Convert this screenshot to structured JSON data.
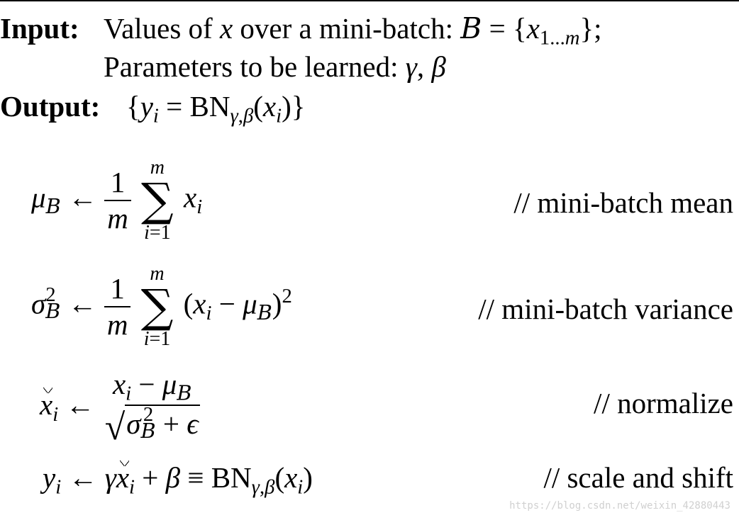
{
  "header": {
    "input_label": "Input:",
    "input_line1_text": "Values of",
    "input_line1_var": "x",
    "input_line1_text2": "over a mini-batch:",
    "input_line2_text": "Parameters to be learned:",
    "output_label": "Output:"
  },
  "comments": {
    "mean": "// mini-batch mean",
    "variance": "// mini-batch variance",
    "normalize": "// normalize",
    "scale_shift": "// scale and shift"
  },
  "watermark": "https://blog.csdn.net/weixin_42880443"
}
